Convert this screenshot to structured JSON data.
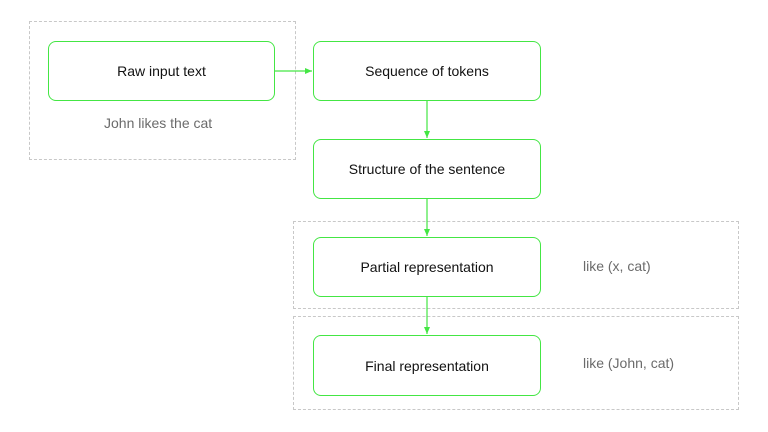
{
  "nodes": {
    "raw_input": "Raw input text",
    "tokens": "Sequence of tokens",
    "structure": "Structure of the sentence",
    "partial": "Partial representation",
    "final": "Final representation"
  },
  "notes": {
    "example_sentence": "John likes the cat",
    "partial_example": "like (x, cat)",
    "final_example": "like (John, cat)"
  },
  "colors": {
    "node_border": "#44e644",
    "arrow": "#44e644",
    "group_border": "#c8c8c8",
    "note_text": "#6b6b6b"
  }
}
